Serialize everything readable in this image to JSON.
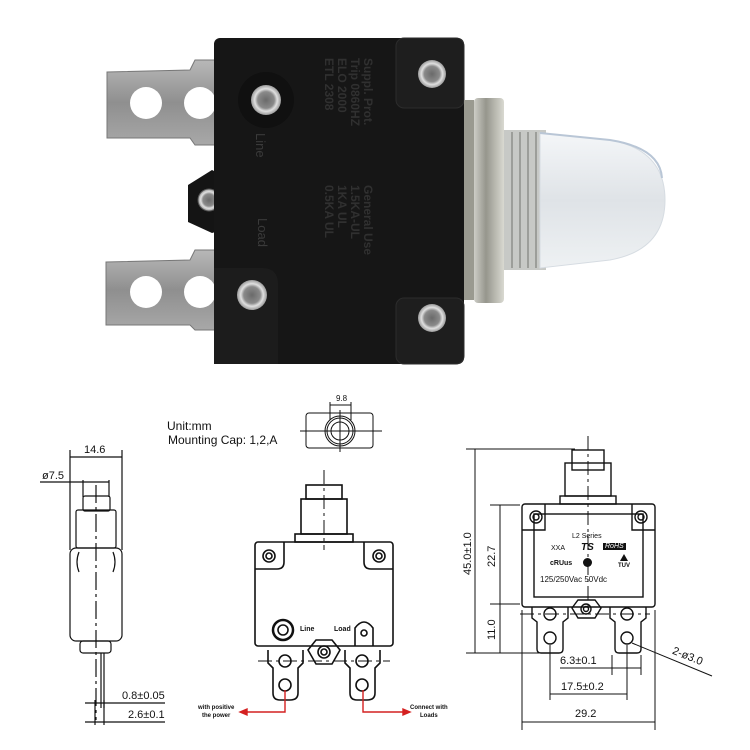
{
  "photo": {
    "description": "Circuit breaker product photo with waterproof cap",
    "body_color": "#161616",
    "terminal_color": "#9a9a9a",
    "cap_color": "#e6eaee",
    "markings": {
      "line_label": "Line",
      "load_label": "Load",
      "text_lines": [
        "Suppl. Prot.",
        "Trip 0860HZ",
        "ELO 2000",
        "ETL 2308"
      ],
      "text_lines_right": [
        "General Use",
        "1.5KA-UL",
        "1KA UL",
        "0.5KA UL"
      ]
    }
  },
  "notes": {
    "unit": "Unit:mm",
    "mounting_cap": "Mounting Cap: 1,2,A"
  },
  "cap_view": {
    "diameter_label": "9.8"
  },
  "side_view": {
    "width_label": "14.6",
    "diameter_label": "ø7.5",
    "terminal_thickness_label": "0.8±0.05",
    "offset_label": "2.6±0.1"
  },
  "front_view": {
    "line_label": "Line",
    "load_label": "Load",
    "left_annotation": [
      "with positive",
      "the power"
    ],
    "right_annotation": [
      "Connect with",
      "Loads"
    ],
    "arrow_color": "#d42020"
  },
  "dimensioned_view": {
    "series": "L2 Series",
    "rating_code": "XXA",
    "logo": "TS",
    "rohs": "RoHS",
    "ul_mark": "cRUus",
    "tuv_mark": "TUV",
    "voltage": "125/250Vac  50Vdc",
    "total_height_label": "45.0±1.0",
    "body_height_label": "22.7",
    "terminal_height_label": "11.0",
    "terminal_width_label": "6.3±0.1",
    "terminal_pitch_label": "17.5±0.2",
    "body_width_label": "29.2",
    "hole_label": "2-ø3.0"
  }
}
